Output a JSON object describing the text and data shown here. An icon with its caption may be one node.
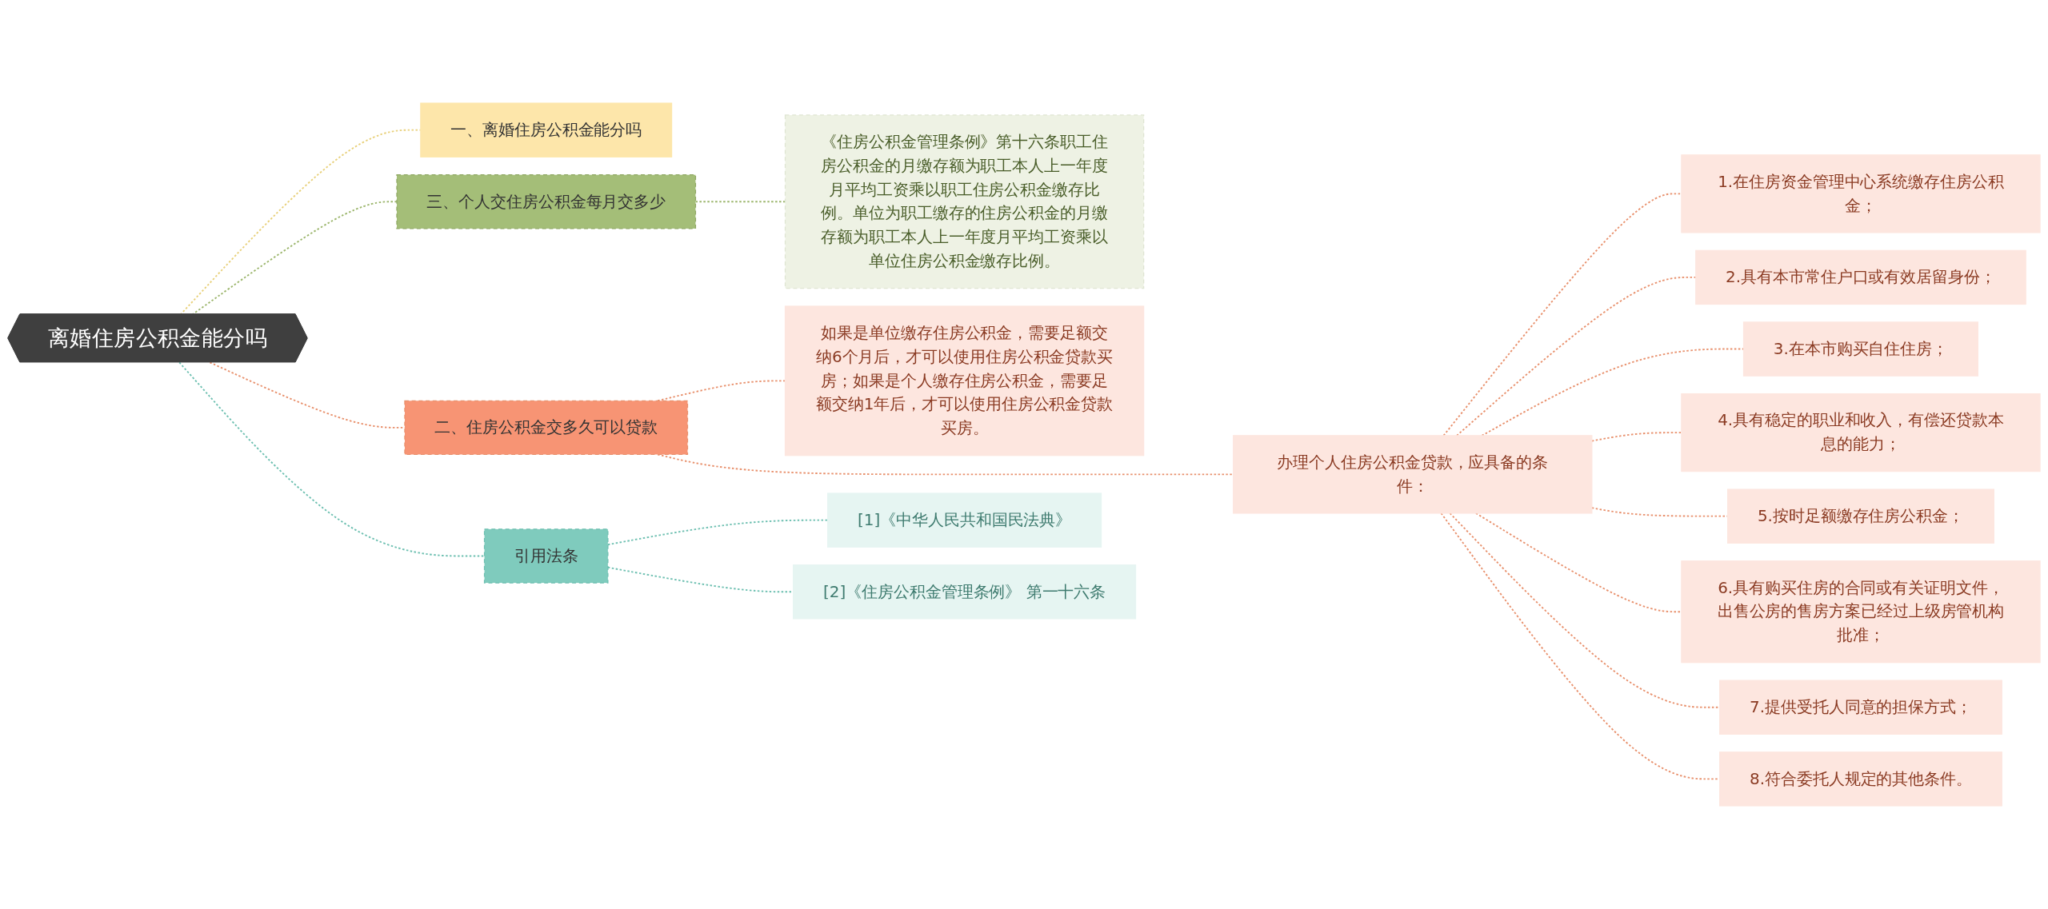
{
  "diagram": {
    "nodes": [
      {
        "text": [
          "离婚住房公积金能分吗"
        ]
      },
      {
        "text": [
          "一、离婚住房公积金能分吗"
        ]
      },
      {
        "text": [
          "三、个人交住房公积金每月交多少"
        ]
      },
      {
        "text": [
          "《住房公积金管理条例》第十六条职工住房公积金的月缴存额为职工本人上一年度月平均工资乘以职工住房公积金缴存比例。单位为职工缴存的住房公积金的月缴存额为职工本人上一年度月平均工资乘以单位住房公积金缴存比例。"
        ]
      },
      {
        "text": [
          "二、住房公积金交多久可以贷款"
        ]
      },
      {
        "text": [
          "如果是单位缴存住房公积金，需要足额交纳6个月后，才可以使用住房公积金贷款买房；如果是个人缴存住房公积金，需要足额交纳1年后，才可以使用住房公积金贷款买房。"
        ]
      },
      {
        "text": [
          "办理个人住房公积金贷款，应具备的条件："
        ]
      },
      {
        "text": [
          "1.在住房资金管理中心系统缴存住房公积金；"
        ]
      },
      {
        "text": [
          "2.具有本市常住户口或有效居留身份；"
        ]
      },
      {
        "text": [
          "3.在本市购买自住住房；"
        ]
      },
      {
        "text": [
          "4.具有稳定的职业和收入，有偿还贷款本息的能力；"
        ]
      },
      {
        "text": [
          "5.按时足额缴存住房公积金；"
        ]
      },
      {
        "text": [
          "6.具有购买住房的合同或有关证明文件，出售公房的售房方案已经过上级房管机构批准；"
        ]
      },
      {
        "text": [
          "7.提供受托人同意的担保方式；"
        ]
      },
      {
        "text": [
          "8.符合委托人规定的其他条件。"
        ]
      },
      {
        "text": [
          "引用法条"
        ]
      },
      {
        "text": [
          "[1]《中华人民共和国民法典》"
        ]
      },
      {
        "text": [
          "[2]《住房公积金管理条例》 第一十六条"
        ]
      }
    ],
    "edges": [
      {
        "from": 0,
        "to": 1,
        "arrow": "none",
        "style": "dashed",
        "color": "#e8d07a"
      },
      {
        "from": 0,
        "to": 2,
        "arrow": "none",
        "style": "dashed",
        "color": "#9bb56b"
      },
      {
        "from": 2,
        "to": 3,
        "arrow": "none",
        "style": "dashed",
        "color": "#9bb56b"
      },
      {
        "from": 0,
        "to": 4,
        "arrow": "none",
        "style": "dashed"
      },
      {
        "from": 4,
        "to": 5,
        "arrow": "none",
        "style": "dashed"
      },
      {
        "from": 4,
        "to": 6,
        "arrow": "none",
        "style": "dashed"
      },
      {
        "from": 6,
        "to": 7,
        "arrow": "none",
        "style": "dashed"
      },
      {
        "from": 6,
        "to": 8,
        "arrow": "none",
        "style": "dashed"
      },
      {
        "from": 6,
        "to": 9,
        "arrow": "none",
        "style": "dashed"
      },
      {
        "from": 6,
        "to": 10,
        "arrow": "none",
        "style": "dashed"
      },
      {
        "from": 6,
        "to": 11,
        "arrow": "none",
        "style": "dashed"
      },
      {
        "from": 6,
        "to": 12,
        "arrow": "none",
        "style": "dashed"
      },
      {
        "from": 6,
        "to": 13,
        "arrow": "none",
        "style": "dashed"
      },
      {
        "from": 6,
        "to": 14,
        "arrow": "none",
        "style": "dashed"
      },
      {
        "from": 0,
        "to": 15,
        "arrow": "none",
        "style": "dashed",
        "color": "#6cbfb0"
      },
      {
        "from": 15,
        "to": 16,
        "arrow": "none",
        "style": "dashed",
        "color": "#6cbfb0"
      },
      {
        "from": 15,
        "to": 17,
        "arrow": "none",
        "style": "dashed",
        "color": "#6cbfb0"
      }
    ]
  }
}
